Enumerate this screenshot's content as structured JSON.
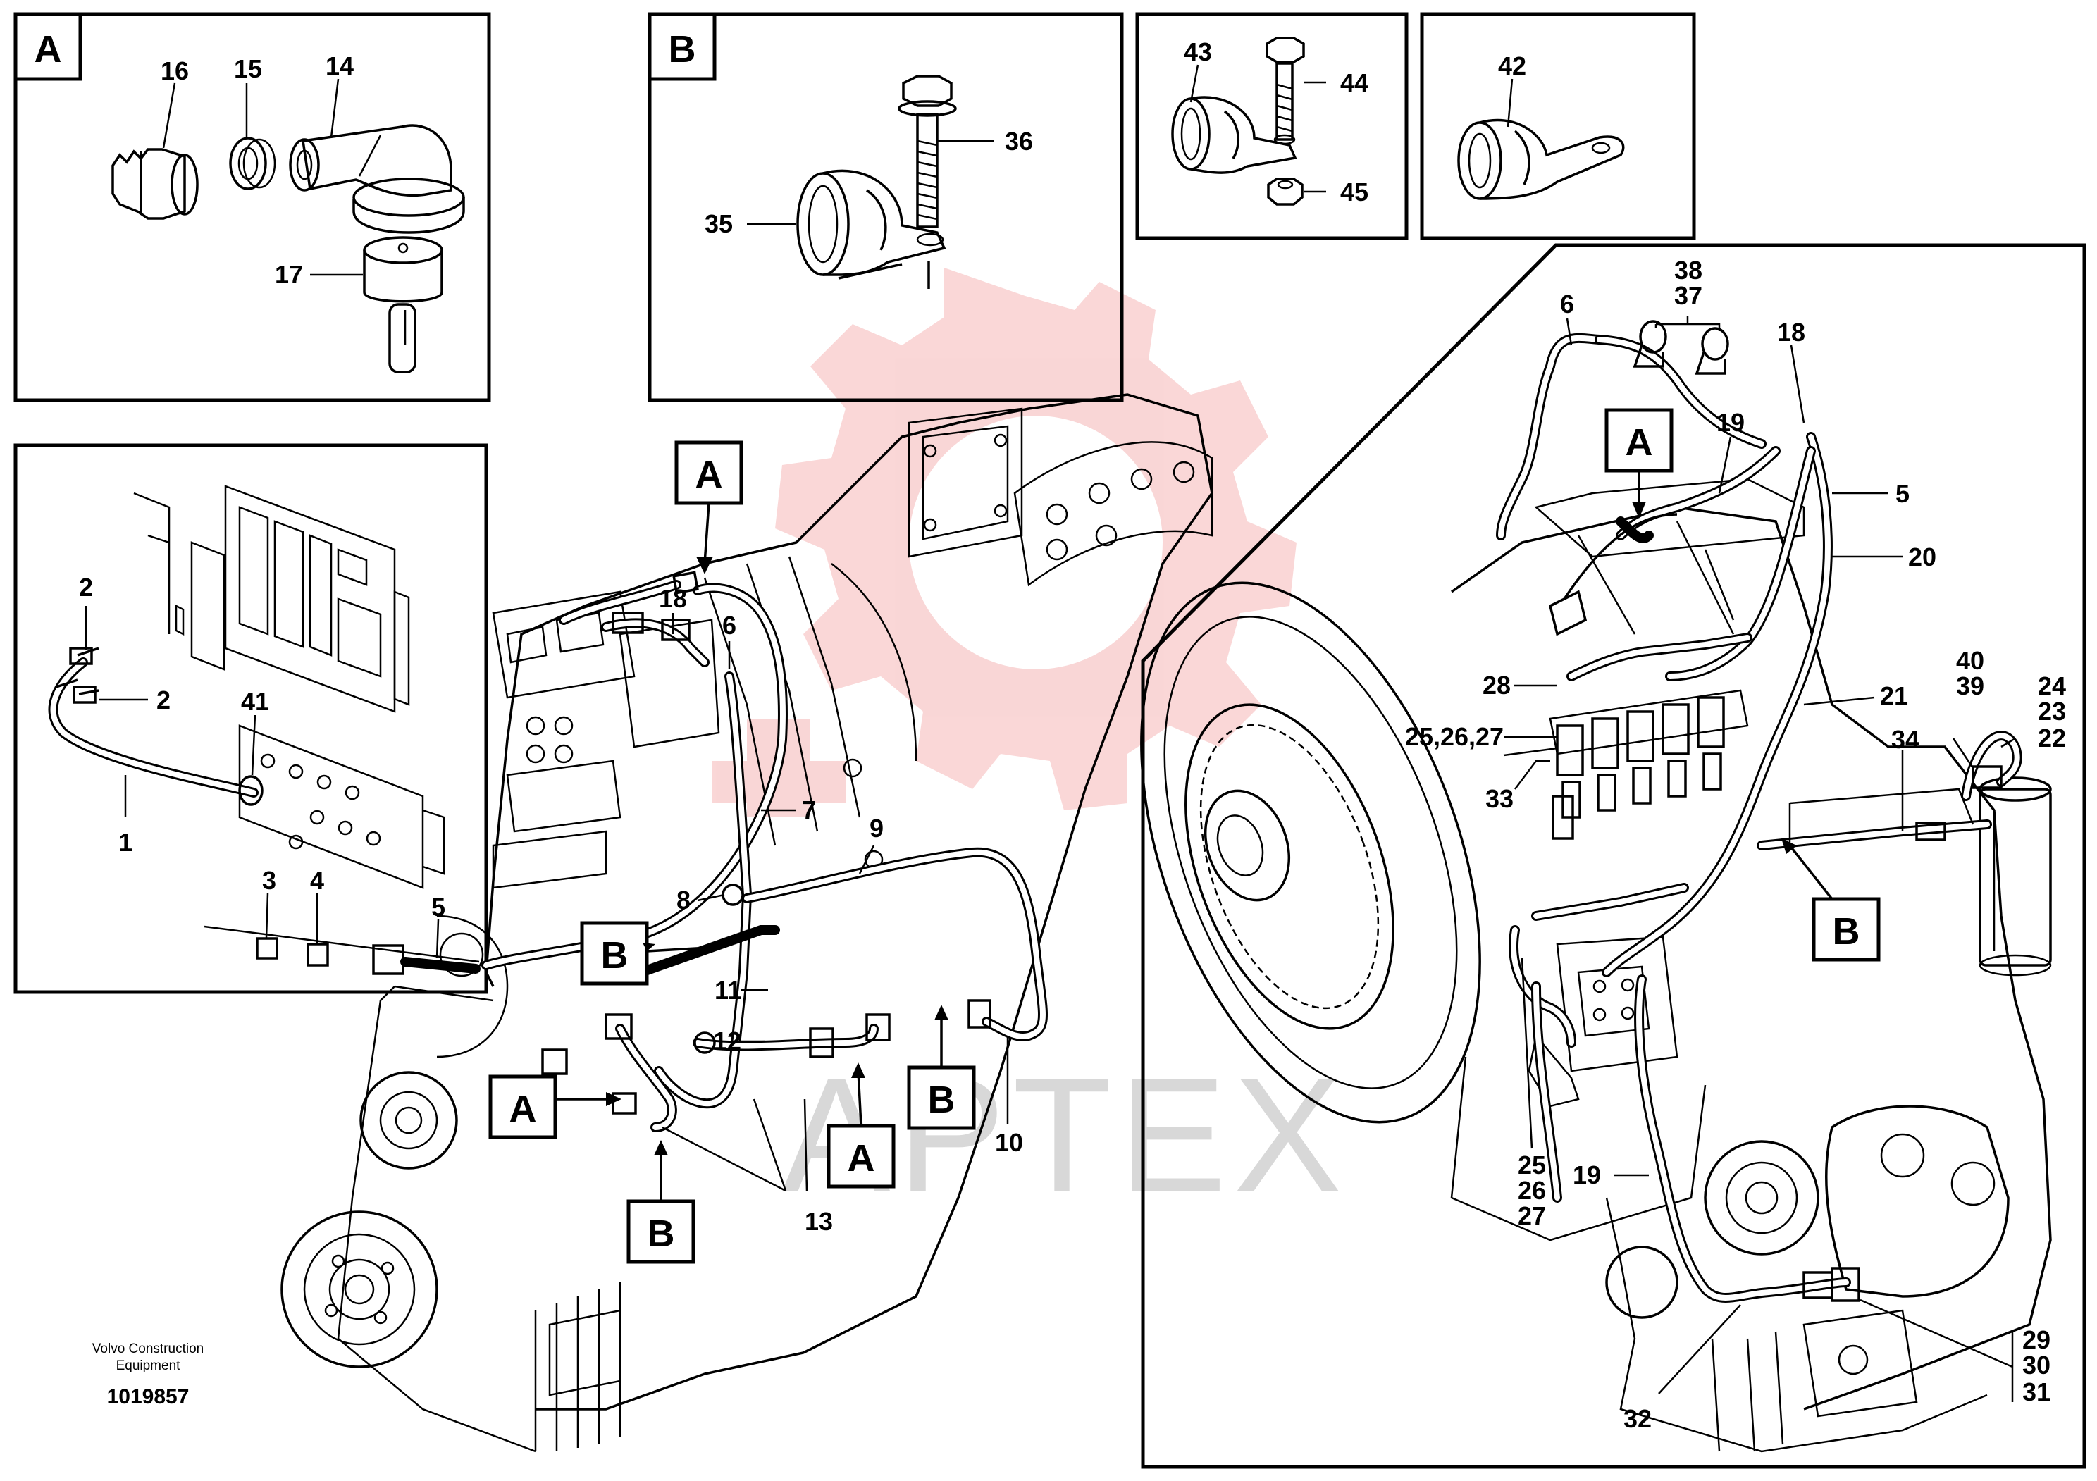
{
  "document": {
    "publisher_line1": "Volvo Construction",
    "publisher_line2": "Equipment",
    "illustration_number": "1019857",
    "watermark_text": "APTEX"
  },
  "views": {
    "detail_a_label": "A",
    "detail_b_label": "B"
  },
  "callouts": {
    "panel_a": [
      "16",
      "15",
      "14",
      "17"
    ],
    "panel_b": [
      "36",
      "35"
    ],
    "panel_clamp": [
      "43",
      "44",
      "45"
    ],
    "panel_clip": [
      "42"
    ],
    "panel_harness": [
      "2",
      "2",
      "41",
      "1",
      "3",
      "4",
      "5"
    ],
    "main_left": [
      "18",
      "6",
      "7",
      "9",
      "8",
      "11",
      "12",
      "10",
      "13"
    ],
    "main_right": [
      "38",
      "37",
      "6",
      "18",
      "19",
      "5",
      "20",
      "28",
      "21",
      "25,26,27",
      "33",
      "40",
      "39",
      "24",
      "23",
      "22",
      "34",
      "25",
      "26",
      "27",
      "19",
      "29",
      "30",
      "31",
      "32"
    ]
  },
  "colors": {
    "line": "#000000",
    "watermark": "#e84a4a",
    "watermark_text": "#d8d8d8"
  }
}
